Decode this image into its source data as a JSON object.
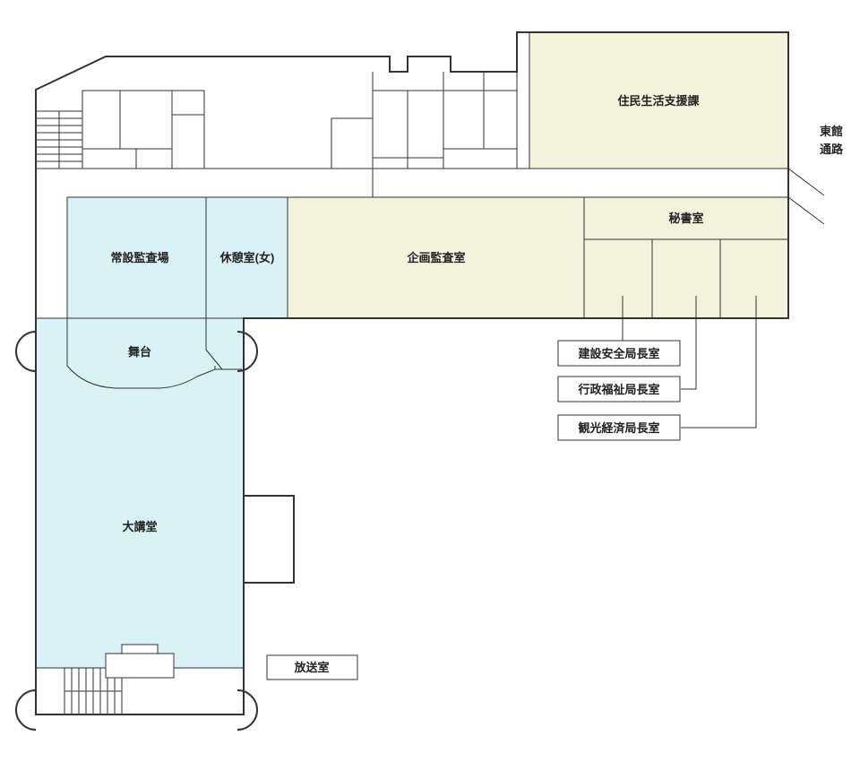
{
  "colors": {
    "public_room": "#d9f2f5",
    "office_room": "#f3f3dc",
    "wall": "#333333",
    "background": "#ffffff"
  },
  "rooms": {
    "resident_support": "住民生活支援課",
    "east_corridor_line1": "東館",
    "east_corridor_line2": "通路",
    "secretary": "秘書室",
    "planning_audit": "企画監査室",
    "permanent_audit": "常設監査場",
    "rest_room_women": "休憩室(女)",
    "stage": "舞台",
    "main_hall": "大講堂",
    "broadcast": "放送室"
  },
  "callouts": {
    "construction_safety": "建設安全局長室",
    "administration_welfare": "行政福祉局長室",
    "tourism_economy": "観光経済局長室"
  }
}
